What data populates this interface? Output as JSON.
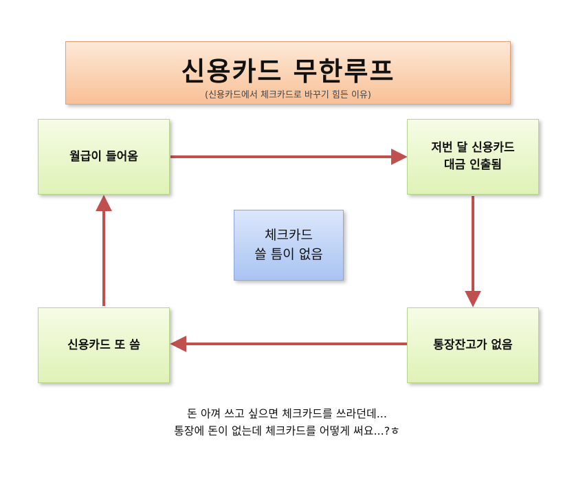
{
  "title": {
    "main": "신용카드 무한루프",
    "sub": "(신용카드에서 체크카드로 바꾸기 힘든 이유)"
  },
  "nodes": {
    "salary": "월급이 들어옴",
    "payment": "저번 달 신용카드\n대금 인출됨",
    "balance": "통장잔고가 없음",
    "spend": "신용카드 또 씀",
    "center": "체크카드\n쓸 틈이 없음"
  },
  "caption": {
    "line1": "돈 아껴 쓰고 싶으면 체크카드를 쓰라던데...",
    "line2": "통장에 돈이 없는데 체크카드를 어떻게 써요...?ㅎ"
  },
  "colors": {
    "arrow": "#c0504d",
    "node_fill": "#dff2b6",
    "center_fill": "#a9c3f2",
    "title_fill": "#f8c096"
  }
}
